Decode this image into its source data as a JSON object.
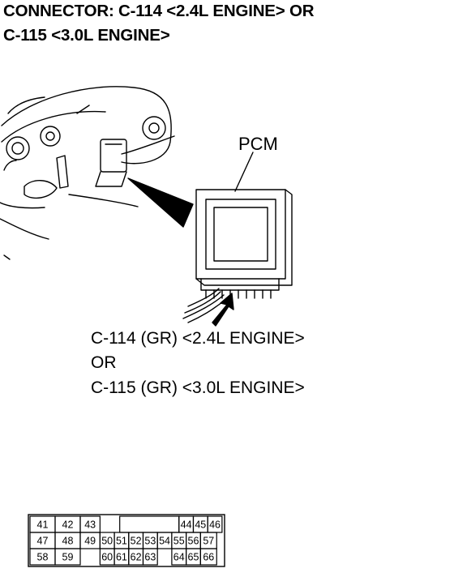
{
  "title": {
    "line1": "CONNECTOR: C-114 <2.4L ENGINE> OR",
    "line2": "C-115 <3.0L ENGINE>"
  },
  "illustration": {
    "pcm_label": "PCM",
    "connector_line1": "C-114 (GR) <2.4L ENGINE>",
    "connector_line2": "OR",
    "connector_line3": "C-115 (GR) <3.0L ENGINE>"
  },
  "pinout": {
    "rows": [
      [
        "41",
        "42",
        "43",
        "",
        "",
        "",
        "",
        "44",
        "45",
        "46"
      ],
      [
        "47",
        "48",
        "49",
        "50",
        "51",
        "52",
        "53",
        "54",
        "55",
        "56",
        "57"
      ],
      [
        "58",
        "59",
        "",
        "60",
        "61",
        "62",
        "63",
        "",
        "64",
        "65",
        "66"
      ]
    ]
  }
}
